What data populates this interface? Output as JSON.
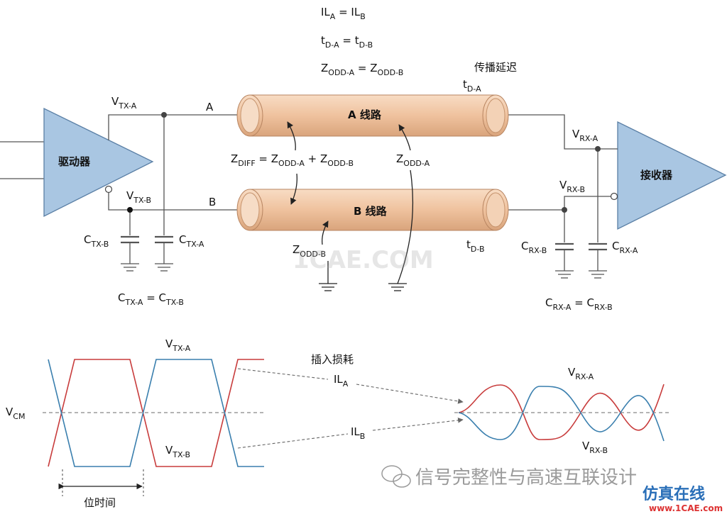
{
  "equations": {
    "il": {
      "a": "IL",
      "a_sub": "A",
      "eq": " = IL",
      "b_sub": "B"
    },
    "td": {
      "a": "t",
      "a_sub": "D-A",
      "eq": " = t",
      "b_sub": "D-B"
    },
    "zodd": {
      "a": "Z",
      "a_sub": "ODD-A",
      "eq": " = Z",
      "b_sub": "ODD-B"
    }
  },
  "propagation_delay": "传播延迟",
  "driver_label": "驱动器",
  "receiver_label": "接收器",
  "line_a": "A 线路",
  "line_b": "B 线路",
  "node_a": "A",
  "node_b": "B",
  "v_tx_a": {
    "main": "V",
    "sub": "TX-A"
  },
  "v_tx_b": {
    "main": "V",
    "sub": "TX-B"
  },
  "v_rx_a": {
    "main": "V",
    "sub": "RX-A"
  },
  "v_rx_b": {
    "main": "V",
    "sub": "RX-B"
  },
  "td_a": {
    "main": "t",
    "sub": "D-A"
  },
  "td_b": {
    "main": "t",
    "sub": "D-B"
  },
  "zdiff": {
    "z1": "Z",
    "s1": "DIFF",
    "t1": " = Z",
    "s2": "ODD-A",
    "t2": " + Z",
    "s3": "ODD-B"
  },
  "zodd_a": {
    "main": "Z",
    "sub": "ODD-A"
  },
  "zodd_b": {
    "main": "Z",
    "sub": "ODD-B"
  },
  "c_tx_b": {
    "main": "C",
    "sub": "TX-B"
  },
  "c_tx_a": {
    "main": "C",
    "sub": "TX-A"
  },
  "c_tx_eq": {
    "a": "C",
    "a_sub": "TX-A",
    "eq": " = C",
    "b_sub": "TX-B"
  },
  "c_rx_b": {
    "main": "C",
    "sub": "RX-B"
  },
  "c_rx_a": {
    "main": "C",
    "sub": "RX-A"
  },
  "c_rx_eq": {
    "a": "C",
    "a_sub": "RX-A",
    "eq": " = C",
    "b_sub": "RX-B"
  },
  "wave": {
    "vcm": {
      "main": "V",
      "sub": "CM"
    },
    "vtxa": {
      "main": "V",
      "sub": "TX-A"
    },
    "vtxb": {
      "main": "V",
      "sub": "TX-B"
    },
    "vrxa": {
      "main": "V",
      "sub": "RX-A"
    },
    "vrxb": {
      "main": "V",
      "sub": "RX-B"
    },
    "insertion_loss": "插入损耗",
    "ila": {
      "main": "IL",
      "sub": "A"
    },
    "ilb": {
      "main": "IL",
      "sub": "B"
    },
    "bit_time": "位时间"
  },
  "watermarks": {
    "center": "1CAE.COM",
    "wechat": "信号完整性与高速互联设计",
    "site_cn": "仿真在线",
    "site_url": "www.1CAE.com"
  },
  "colors": {
    "red": "#c83c3c",
    "blue": "#3a7fae",
    "tube": "#f0c8a6",
    "tri": "#a9c6e2"
  }
}
